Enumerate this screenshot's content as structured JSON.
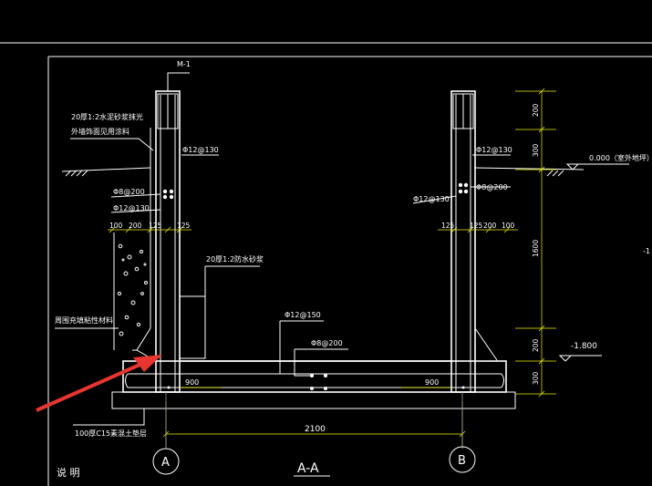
{
  "drawing": {
    "title": "A-A",
    "notes_heading": "说  明",
    "axis_a": "A",
    "axis_b": "B",
    "door_tag": "M-1",
    "ann_wall_exterior_line1": "20厚1:2水泥砂浆抹光",
    "ann_wall_exterior_line2": "外墙饰面见用涂料",
    "ann_waterproof_plaster": "20厚1:2防水砂浆",
    "ann_backfill": "周围充填粘性材料",
    "ann_base": "100厚C15素混土垫层",
    "rebar_left_vert": "Φ12@130",
    "rebar_left_horiz": "Φ8@200",
    "rebar_left_lower": "Φ12@130",
    "rebar_right_vert": "Φ12@130",
    "rebar_right_horiz": "Φ8@200",
    "rebar_right_inner": "Φ12@130",
    "rebar_slab_top": "Φ12@150",
    "rebar_slab_dist": "Φ8@200",
    "elev_ground": "0.000（室外地坪）",
    "elev_bottom": "-1.800",
    "dim_left_100": "100",
    "dim_left_200": "200",
    "dim_left_125a": "125",
    "dim_left_125b": "125",
    "dim_right_125a": "125",
    "dim_right_125b": "125",
    "dim_right_200": "200",
    "dim_right_100": "100",
    "dim_v_200": "200",
    "dim_v_300a": "300",
    "dim_v_1600": "1600",
    "dim_v_200b": "200",
    "dim_v_300b": "300",
    "dim_haunch_left": "900",
    "dim_haunch_right": "900",
    "dim_total": "2100",
    "edge_label": "-1"
  },
  "colors": {
    "background": "#000000",
    "lines": "#ffffff",
    "dimensions": "#f0f000",
    "arrow": "#e8352f"
  }
}
